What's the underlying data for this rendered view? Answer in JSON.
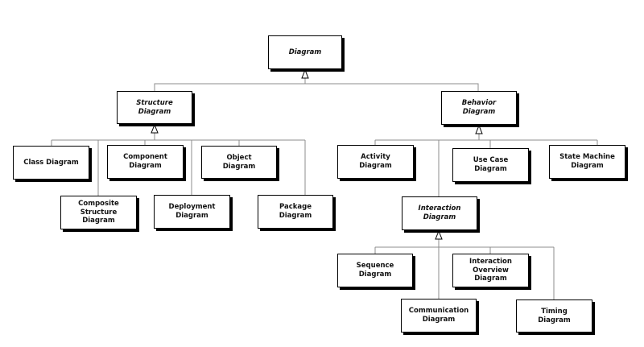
{
  "nodes": {
    "diagram": "Diagram",
    "structure": "Structure Diagram",
    "behavior": "Behavior Diagram",
    "class": "Class Diagram",
    "component": "Component Diagram",
    "object": "Object Diagram",
    "composite": "Composite Structure Diagram",
    "deployment": "Deployment Diagram",
    "package": "Package Diagram",
    "activity": "Activity Diagram",
    "usecase": "Use Case Diagram",
    "statemachine": "State Machine Diagram",
    "interaction": "Interaction Diagram",
    "sequence": "Sequence Diagram",
    "interactionoverview": "Interaction Overview Diagram",
    "communication": "Communication Diagram",
    "timing": "Timing Diagram"
  },
  "colors": {
    "line": "#808080",
    "border": "#000000",
    "fill": "#ffffff"
  }
}
